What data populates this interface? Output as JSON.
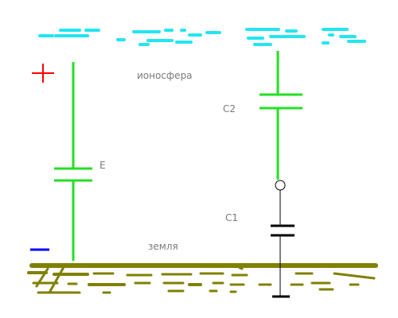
{
  "labels": {
    "ionosphere": "ионосфера",
    "earth": "земля",
    "emf": "E",
    "capacitor_c1": "C1",
    "capacitor_c2": "C2"
  },
  "symbols": {
    "positive_terminal": "plus-sign",
    "negative_terminal": "minus-sign"
  },
  "colors": {
    "ionosphere": "#22e6f0",
    "earth": "#808000",
    "wire": "#22e022",
    "plus": "#ff0000",
    "minus": "#0000ff",
    "label": "#7a7a7a",
    "ground_symbol": "#000000"
  }
}
